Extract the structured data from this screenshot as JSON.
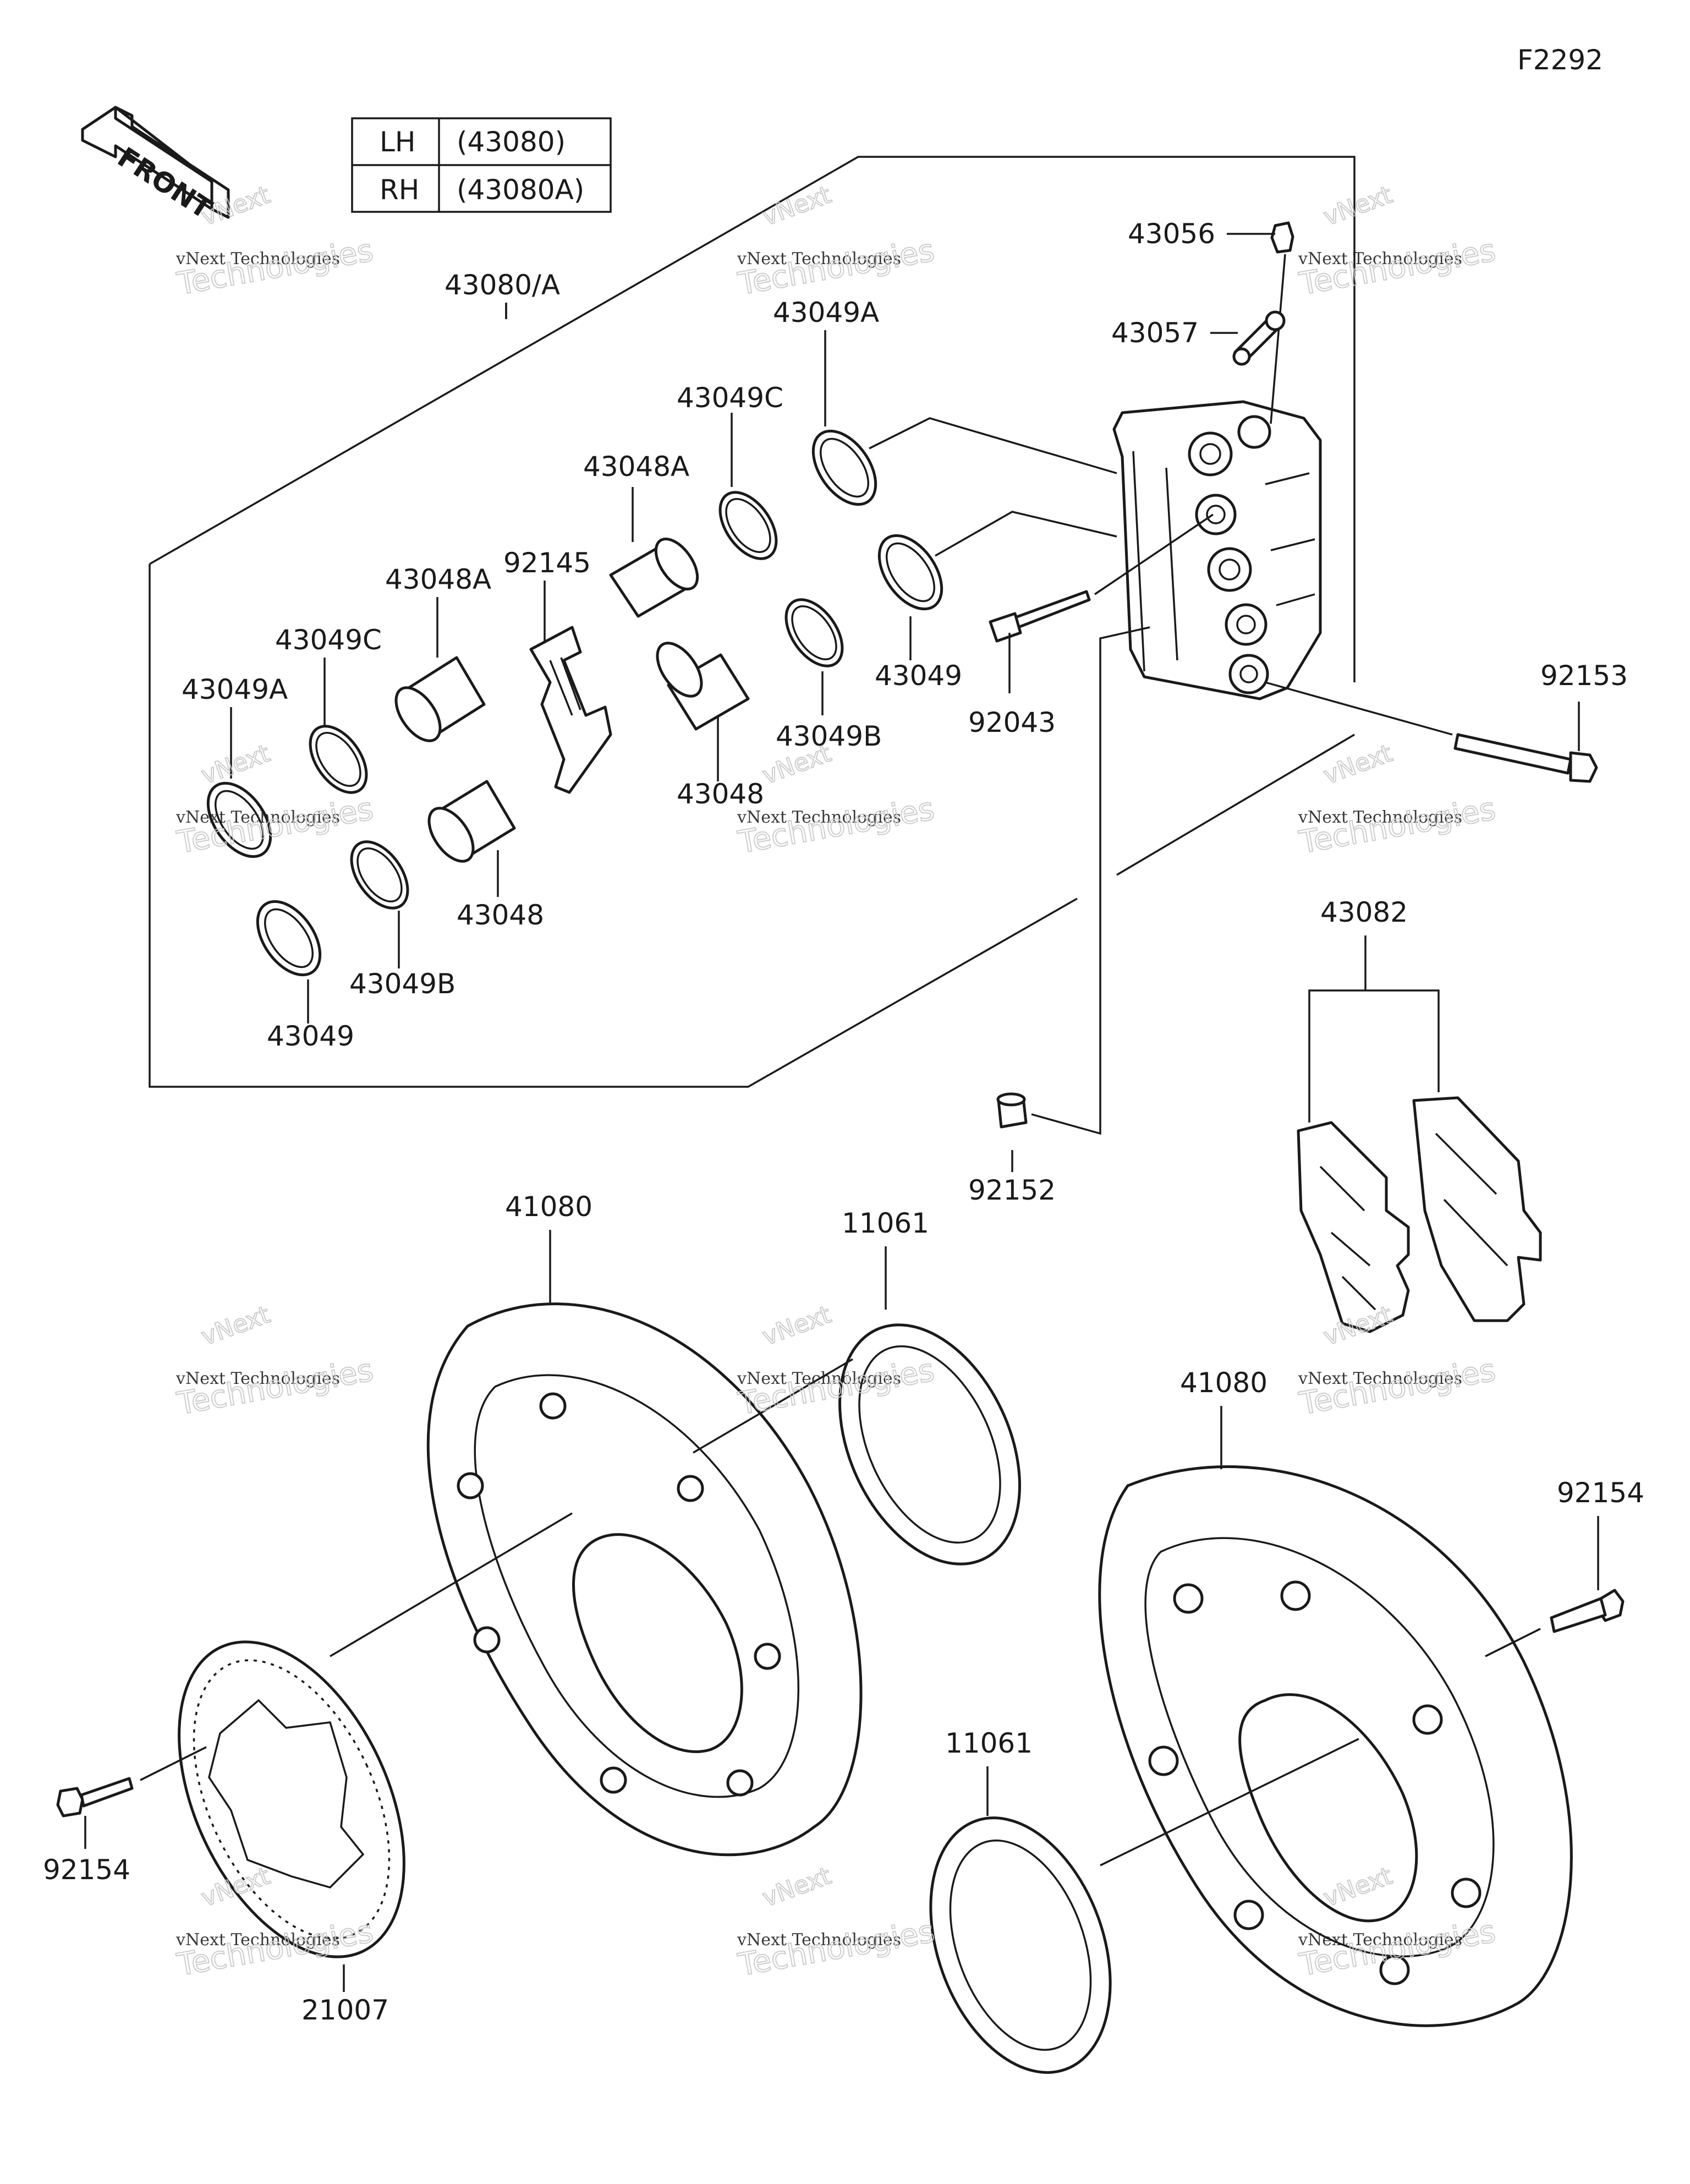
{
  "figure_code": "F2292",
  "front_arrow_label": "FRONT",
  "variant_table": [
    {
      "side": "LH",
      "part": "(43080)"
    },
    {
      "side": "RH",
      "part": "(43080A)"
    }
  ],
  "labels": {
    "caliper_assy": "43080/A",
    "bleeder_cap": "43056",
    "bleeder_link": "43057",
    "seal_a_top": "43049A",
    "seal_c_top": "43049C",
    "piston_a_top": "43048A",
    "piston_a_left": "43048A",
    "pad_spring": "92145",
    "seal_c_left": "43049C",
    "seal_a_left": "43049A",
    "seal_b_mid": "43049B",
    "piston_mid": "43048",
    "seal_right": "43049",
    "bleeder_valve": "92043",
    "seal_b_left": "43049B",
    "piston_left": "43048",
    "seal_left": "43049",
    "caliper_bolt": "92153",
    "pad_set": "43082",
    "caliper_collar": "92152",
    "disc_left": "41080",
    "shim_top": "11061",
    "disc_right": "41080",
    "disc_bolt_right": "92154",
    "shim_bottom": "11061",
    "disc_bolt_left": "92154",
    "abs_rotor": "21007"
  },
  "watermark": {
    "brand": "vNext",
    "company": "vNext Technologies",
    "word": "Technologies"
  },
  "icons": {
    "front_arrow": "front-arrow-icon"
  }
}
